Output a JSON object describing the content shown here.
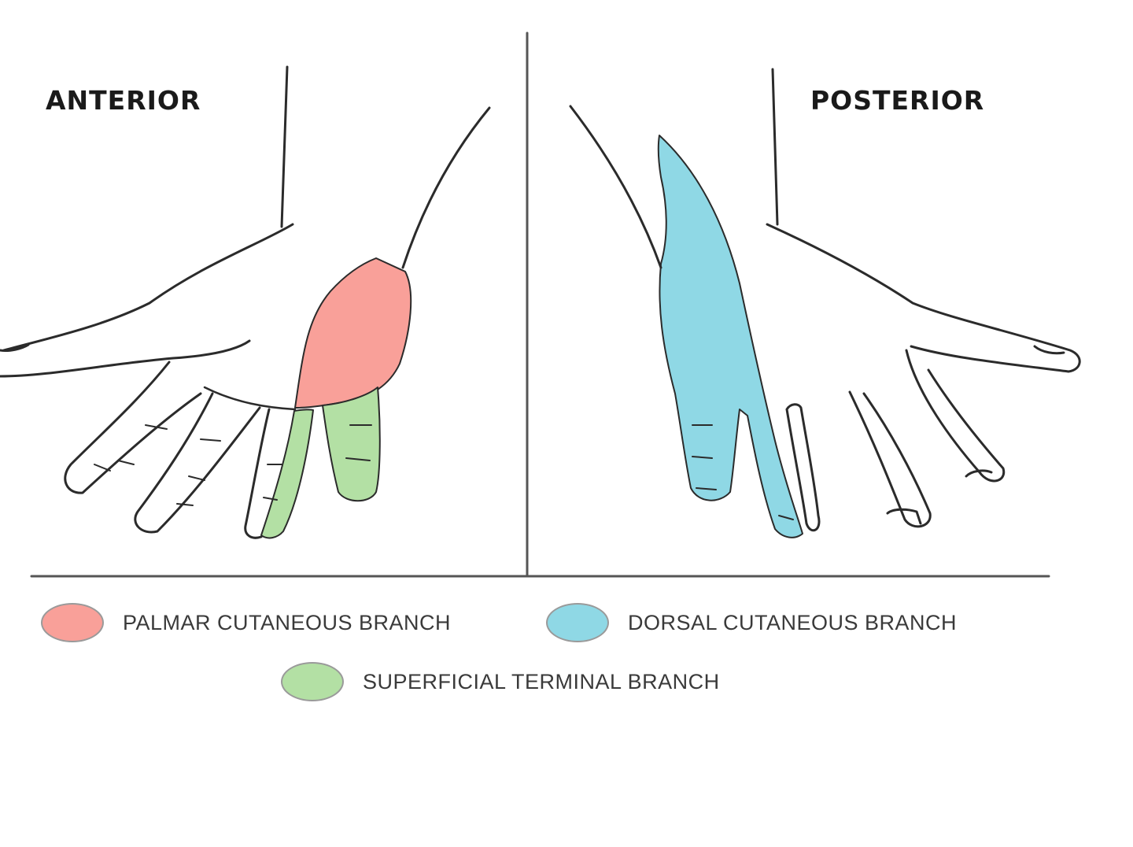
{
  "views": {
    "anterior": {
      "label": "ANTERIOR"
    },
    "posterior": {
      "label": "POSTERIOR"
    }
  },
  "legend": {
    "palmar": {
      "label": "PALMAR CUTANEOUS BRANCH",
      "color": "#f9a099"
    },
    "dorsal": {
      "label": "DORSAL CUTANEOUS BRANCH",
      "color": "#8fd8e5"
    },
    "superficial": {
      "label": "SUPERFICIAL TERMINAL BRANCH",
      "color": "#b3e0a4"
    }
  },
  "colors": {
    "outline": "#2b2b2b",
    "divider": "#555555"
  }
}
